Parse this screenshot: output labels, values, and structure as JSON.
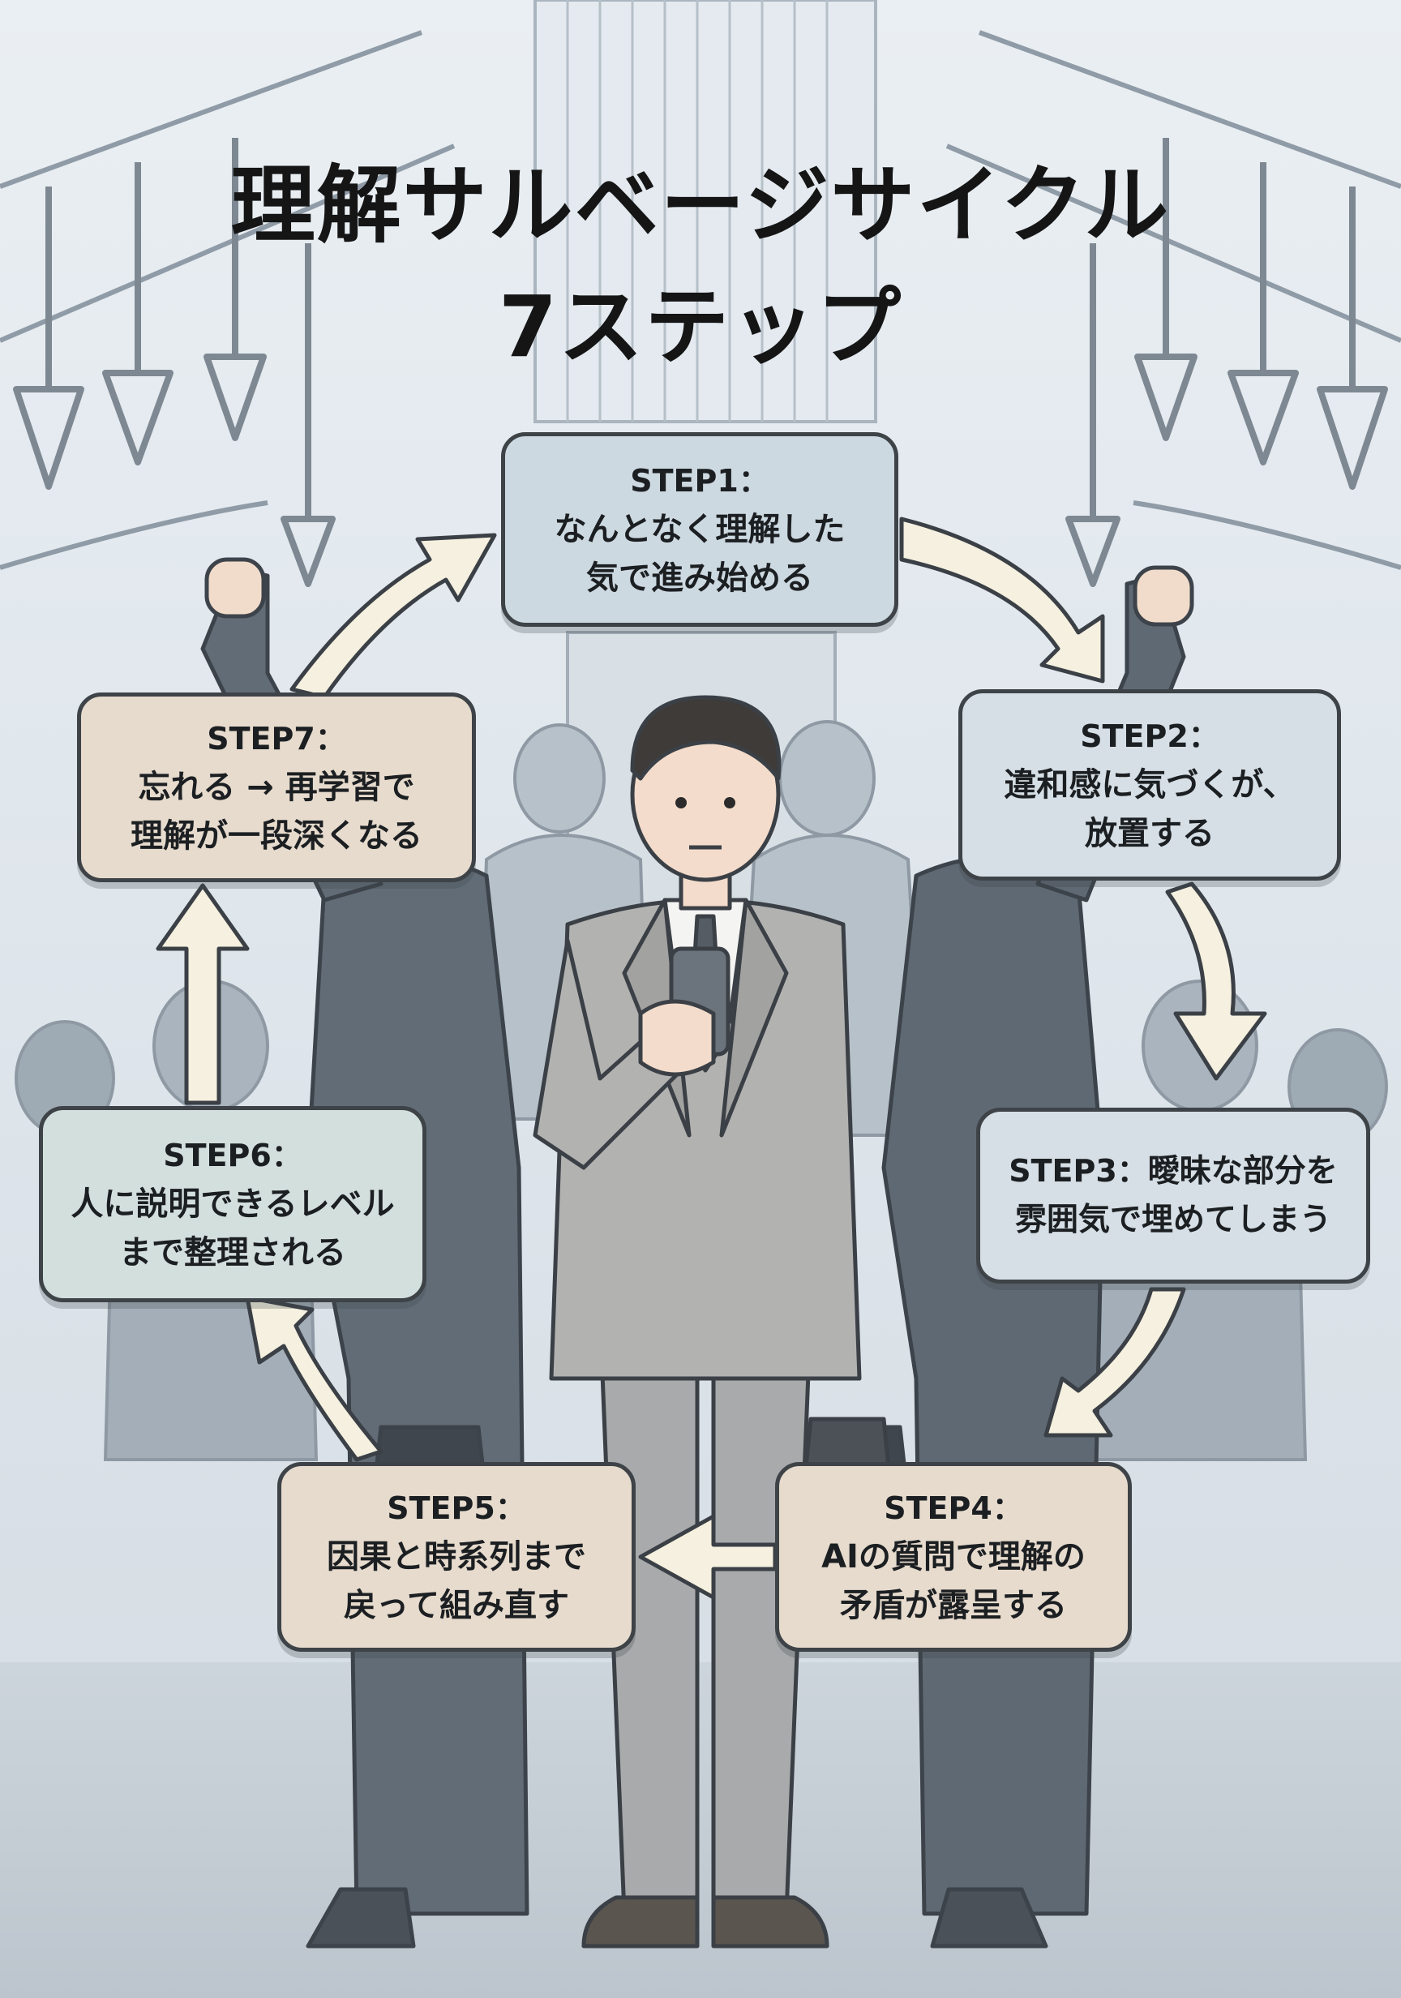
{
  "title": {
    "line1": "理解サルベージサイクル",
    "line2": "7ステップ"
  },
  "steps": [
    {
      "label": "STEP1：",
      "text": "なんとなく理解した\n気で進み始める"
    },
    {
      "label": "STEP2：",
      "text": "違和感に気づくが、\n放置する"
    },
    {
      "label": "STEP3：",
      "text": "曖昧な部分を\n雰囲気で埋めてしまう"
    },
    {
      "label": "STEP4：",
      "text": "AIの質問で理解の\n矛盾が露呈する"
    },
    {
      "label": "STEP5：",
      "text": "因果と時系列まで\n戻って組み直す"
    },
    {
      "label": "STEP6：",
      "text": "人に説明できるレベル\nまで整理される"
    },
    {
      "label": "STEP7：",
      "text": "忘れる → 再学習で\n理解が一段深くなる"
    }
  ],
  "colors": {
    "box_blue": "#cdd9e1",
    "box_tan": "#e6dbcd",
    "box_mint": "#d3dfdc",
    "arrow_fill": "#f5f0df",
    "outline": "#3e4348"
  }
}
